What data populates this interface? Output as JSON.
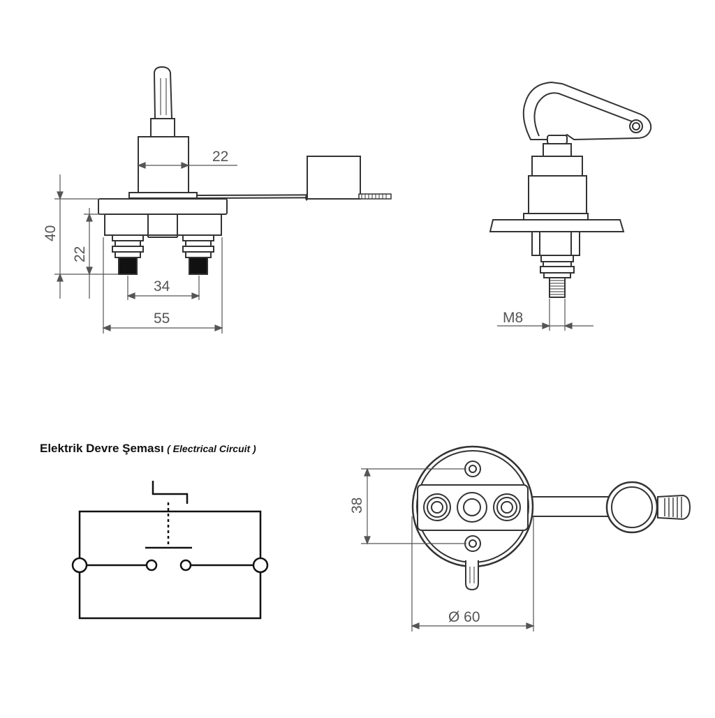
{
  "dimensions": {
    "front_top_width": "22",
    "front_total_height": "40",
    "front_body_height": "22",
    "terminal_spacing": "34",
    "base_width": "55",
    "thread": "M8",
    "bottom_hole_spacing": "38",
    "bottom_diameter": "Ø 60"
  },
  "circuit": {
    "title": "Elektrik Devre Şeması",
    "subtitle": "( Electrical Circuit )"
  }
}
